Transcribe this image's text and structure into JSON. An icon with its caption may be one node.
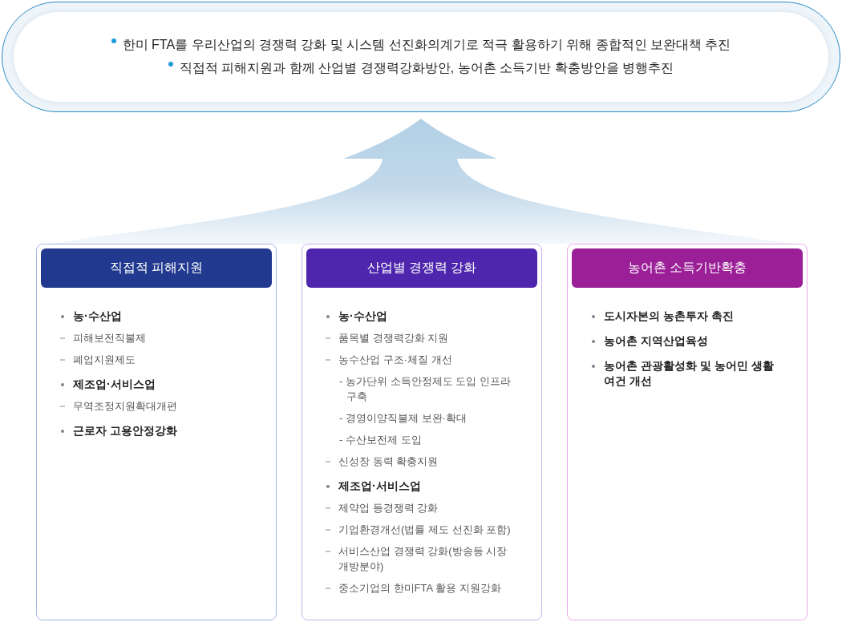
{
  "diagram": {
    "nodes": [
      {
        "text": [
          "한미 FTA를 우리산업의 경쟁력 강화 및 시스템 선진화의계기로 적극 활용하기 위해 종합적인 보완대책 추진",
          "직접적 피해지원과 함께 산업별 경쟁력강화방안, 농어촌 소득기반 확충방안을 병행추진"
        ]
      },
      {
        "text": [
          "직접적 피해지원",
          "농·수산업",
          "피해보전직불제",
          "폐업지원제도",
          "제조업·서비스업",
          "무역조정지원확대개편",
          "근로자 고용안정강화"
        ]
      },
      {
        "text": [
          "산업별 경쟁력 강화",
          "농·수산업",
          "품목별 경쟁력강화 지원",
          "농수산업 구조·체질 개선",
          "- 농가단위 소득안정제도 도입 인프라 구축",
          "- 경영이양직불제 보완·확대",
          "- 수산보전제 도입",
          "신성장 동력 확충지원",
          "제조업·서비스업",
          "제약업 등경쟁력 강화",
          "기업환경개선(법률 제도 선진화 포함)",
          "서비스산업 경쟁력 강화(방송등 시장 개방분야)",
          "중소기업의 한미FTA 활용 지원강화"
        ]
      },
      {
        "text": [
          "농어촌 소득기반확충",
          "도시자본의 농촌투자 촉진",
          "농어촌 지역산업육성",
          "농어촌 관광활성화 및 농어민 생활여건 개선"
        ]
      }
    ],
    "edges": [
      {
        "from": 1,
        "to": 0,
        "arrow": "to"
      },
      {
        "from": 2,
        "to": 0,
        "arrow": "to"
      },
      {
        "from": 3,
        "to": 0,
        "arrow": "to"
      }
    ]
  }
}
